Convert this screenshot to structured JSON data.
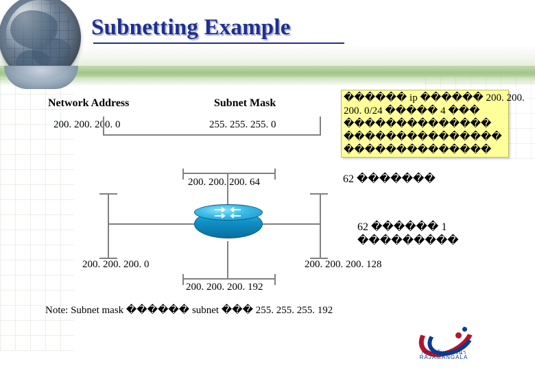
{
  "slide": {
    "title": "Subnetting Example",
    "headers": {
      "network_address": "Network Address",
      "subnet_mask": "Subnet Mask"
    },
    "values": {
      "network_address": "200. 200. 200. 0",
      "subnet_mask": "255. 255. 255. 0",
      "subnet_64": "200. 200. 200. 64",
      "subnet_0": "200. 200. 200. 0",
      "subnet_128": "200. 200. 200. 128",
      "subnet_192": "200. 200. 200. 192"
    },
    "callout": {
      "text": "������ ip ������ 200. 200. 200. 0/24 ����� 4 ��� �������������� ��������������� ��������������"
    },
    "annotations": {
      "hosts_line_1": "62 �������",
      "hosts_line_2": "62 ������ 1 ���������"
    },
    "note": "Note: Subnet mask ������ subnet ��� 255. 255. 255. 192",
    "router": {
      "icon": "router-icon",
      "arrows": "✕"
    },
    "logo": {
      "line1": "กรมทรัพยากรน้ำ",
      "line2": "RAJAMANGALA"
    },
    "colors": {
      "title": "#1f2f8f",
      "callout_bg": "#ffff99",
      "line": "#808080",
      "router": "#0f8fc4",
      "band": "#8fba72"
    }
  }
}
